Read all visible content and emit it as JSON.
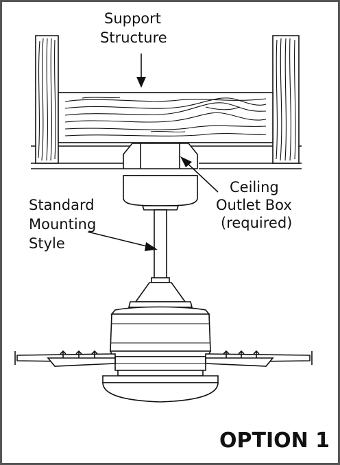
{
  "labels": {
    "support_line1": "Support",
    "support_line2": "Structure",
    "outlet_line1": "Ceiling",
    "outlet_line2": "Outlet Box",
    "outlet_line3": "(required)",
    "mounting_line1": "Standard",
    "mounting_line2": "Mounting",
    "mounting_line3": "Style",
    "option": "OPTION 1"
  },
  "colors": {
    "border": "#555555",
    "line": "#111111",
    "background": "#ffffff"
  }
}
